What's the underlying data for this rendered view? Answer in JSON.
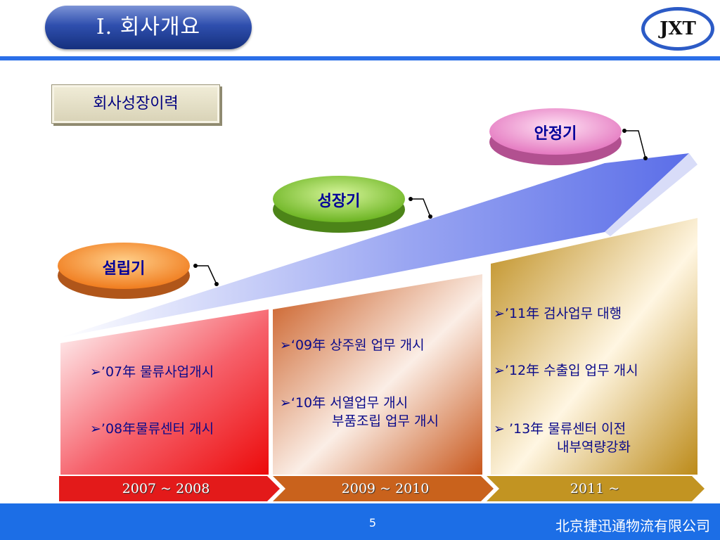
{
  "header": {
    "title": "Ⅰ. 회사개요",
    "logo_text": "JXT"
  },
  "section_title": "회사성장이력",
  "stages": [
    {
      "label": "설립기",
      "color": "#f58a2a"
    },
    {
      "label": "성장기",
      "color": "#7cc52c"
    },
    {
      "label": "안정기",
      "color": "#e880c6"
    }
  ],
  "columns": [
    {
      "items": [
        "’07年 물류사업개시",
        "’08年물류센터 개시"
      ]
    },
    {
      "items": [
        "‘09年 상주원 업무 개시",
        "‘10年 서열업무 개시"
      ],
      "continuation": "부품조립 업무 개시"
    },
    {
      "items": [
        "’11年 검사업무 대행",
        "’12年 수출입 업무 개시",
        " ’13年 물류센터 이전"
      ],
      "continuation": "내부역량강화"
    }
  ],
  "timeline": [
    {
      "label": "2007 ~ 2008",
      "color": "#e01818"
    },
    {
      "label": "2009 ~ 2010",
      "color": "#c8601c"
    },
    {
      "label": "2011 ~",
      "color": "#c09020"
    }
  ],
  "footer": {
    "page_number": "5",
    "company": "北京捷迅通物流有限公司"
  }
}
